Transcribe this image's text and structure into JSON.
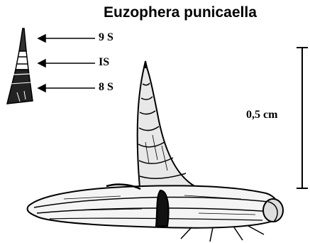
{
  "figure": {
    "title": "Euzophera punicaella",
    "labels": {
      "segment_9": "9 S",
      "intersegment": "IS",
      "segment_8": "8 S"
    },
    "scale_bar_label": "0,5 cm",
    "colors": {
      "ink": "#000000",
      "background": "#ffffff"
    }
  }
}
